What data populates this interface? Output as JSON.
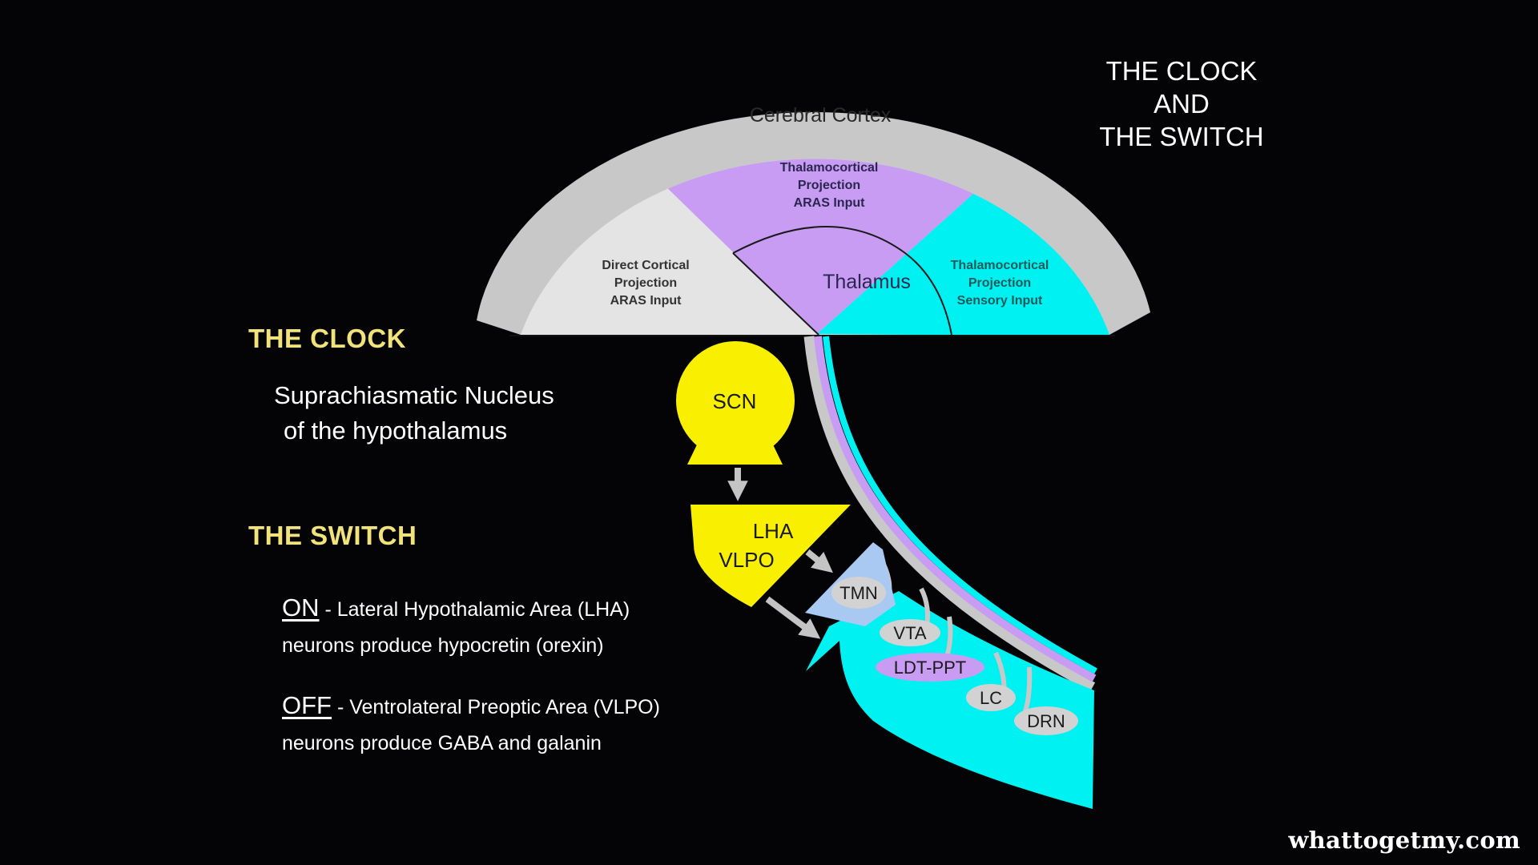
{
  "title": {
    "line1": "THE CLOCK",
    "line2": "AND",
    "line3": "THE SWITCH"
  },
  "clock": {
    "heading": "THE CLOCK",
    "desc_line1": "Suprachiasmatic Nucleus",
    "desc_line2": "of the hypothalamus"
  },
  "switch": {
    "heading": "THE SWITCH",
    "on_key": "ON",
    "on_line1": "- Lateral Hypothalamic Area (LHA)",
    "on_line2": "neurons produce hypocretin (orexin)",
    "off_key": "OFF",
    "off_line1": "- Ventrolateral Preoptic Area (VLPO)",
    "off_line2": "neurons produce GABA and galanin"
  },
  "diagram": {
    "cortex_label": "Cerebral Cortex",
    "thalamus_label": "Thalamus",
    "tc_aras": [
      "Thalamocortical",
      "Projection",
      "ARAS Input"
    ],
    "direct": [
      "Direct Cortical",
      "Projection",
      "ARAS Input"
    ],
    "tc_sensory": [
      "Thalamocortical",
      "Projection",
      "Sensory Input"
    ],
    "scn": "SCN",
    "lha": "LHA",
    "vlpo": "VLPO",
    "tmn": "TMN",
    "vta": "VTA",
    "ldt_ppt": "LDT-PPT",
    "lc": "LC",
    "drn": "DRN"
  },
  "colors": {
    "background": "#040406",
    "cortex": "#c8c8c8",
    "direct_region": "#e4e4e4",
    "purple": "#c79cf2",
    "cyan": "#00f1f1",
    "yellow": "#f8f000",
    "tmn_blue": "#a9c8f2",
    "heading_yellow": "#f1e37a"
  },
  "watermark": "whattogetmy.com"
}
